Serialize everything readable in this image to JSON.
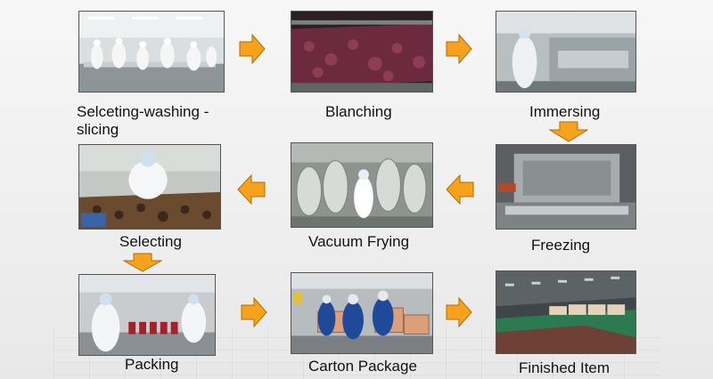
{
  "steps": [
    {
      "label": "Selceting-washing -",
      "label2": "slicing"
    },
    {
      "label": "Blanching"
    },
    {
      "label": "Immersing"
    },
    {
      "label": "Freezing"
    },
    {
      "label": "Vacuum Frying"
    },
    {
      "label": "Selecting"
    },
    {
      "label": "Packing"
    },
    {
      "label": "Carton Package"
    },
    {
      "label": "Finished Item"
    }
  ],
  "colors": {
    "arrow": "#f6a21d",
    "arrow_edge": "#b26d00",
    "caption": "#111111"
  },
  "flow": [
    "right",
    "right",
    "down",
    "left",
    "left",
    "down",
    "right",
    "right"
  ]
}
